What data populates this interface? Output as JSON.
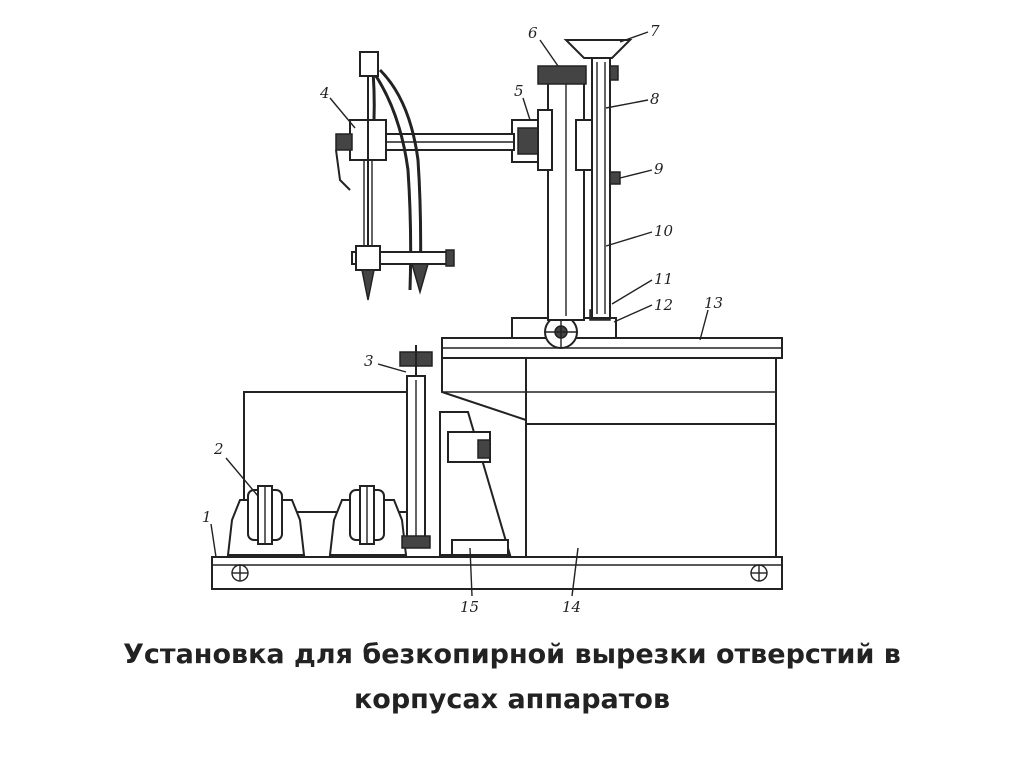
{
  "caption": {
    "line1": "Установка для безкопирной вырезки отверстий в",
    "line2": "корпусах аппаратов"
  },
  "callouts": [
    "1",
    "2",
    "3",
    "4",
    "5",
    "6",
    "7",
    "8",
    "9",
    "10",
    "11",
    "12",
    "13",
    "14",
    "15"
  ],
  "colors": {
    "ink": "#222222",
    "background": "#ffffff"
  }
}
